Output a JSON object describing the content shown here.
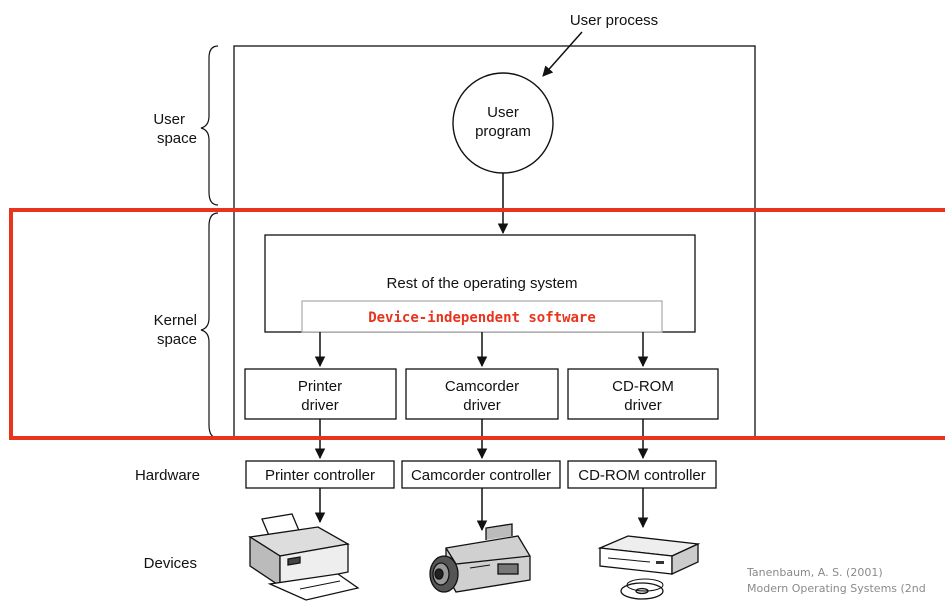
{
  "top_label": "User process",
  "user_program": {
    "line1": "User",
    "line2": "program"
  },
  "side_labels": {
    "user_space": {
      "line1": "User",
      "line2": "space"
    },
    "kernel_space": {
      "line1": "Kernel",
      "line2": "space"
    },
    "hardware": "Hardware",
    "devices": "Devices"
  },
  "os_box": "Rest of the operating system",
  "device_independent": "Device-independent software",
  "drivers": [
    {
      "line1": "Printer",
      "line2": "driver"
    },
    {
      "line1": "Camcorder",
      "line2": "driver"
    },
    {
      "line1": "CD-ROM",
      "line2": "driver"
    }
  ],
  "controllers": [
    "Printer controller",
    "Camcorder controller",
    "CD-ROM controller"
  ],
  "citation": {
    "line1": "Tanenbaum, A. S. (2001)",
    "line2": "Modern Operating Systems (2nd"
  },
  "colors": {
    "highlight": "#e8341c",
    "citation": "#8a8a8a",
    "ink": "#111111"
  }
}
